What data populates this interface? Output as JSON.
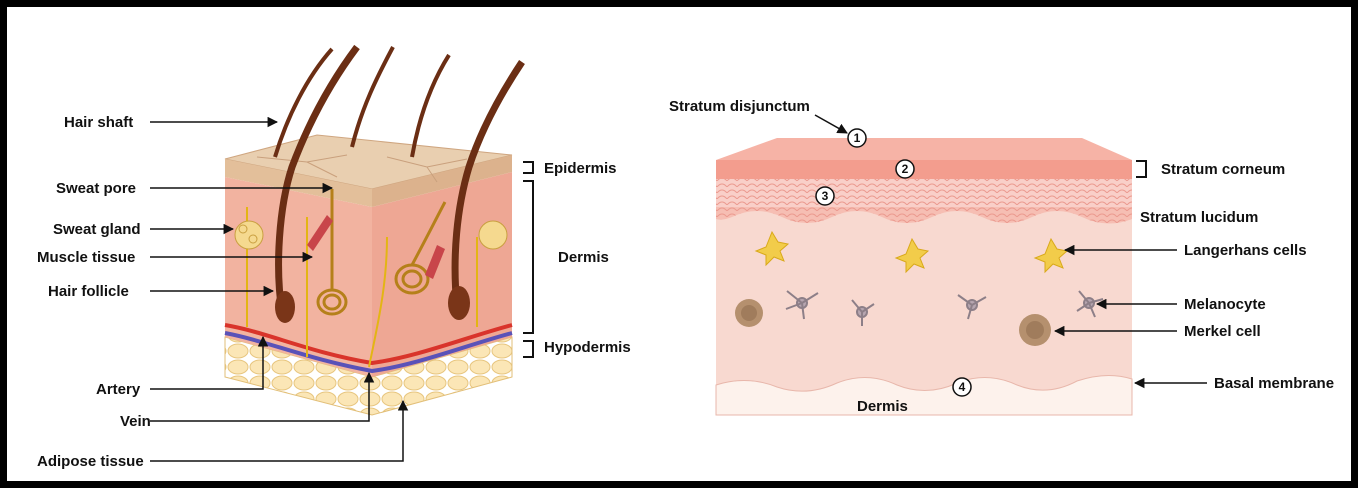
{
  "left_diagram": {
    "labels": {
      "hair_shaft": "Hair shaft",
      "sweat_pore": "Sweat pore",
      "sweat_gland": "Sweat gland",
      "muscle_tissue": "Muscle tissue",
      "hair_follicle": "Hair follicle",
      "artery": "Artery",
      "vein": "Vein",
      "adipose_tissue": "Adipose tissue",
      "epidermis": "Epidermis",
      "dermis": "Dermis",
      "hypodermis": "Hypodermis"
    }
  },
  "right_diagram": {
    "labels": {
      "stratum_disjunctum": "Stratum disjunctum",
      "stratum_corneum": "Stratum corneum",
      "stratum_lucidum": "Stratum lucidum",
      "langerhans_cells": "Langerhans cells",
      "melanocyte": "Melanocyte",
      "merkel_cell": "Merkel cell",
      "basal_membrane": "Basal membrane",
      "dermis": "Dermis"
    },
    "markers": [
      "1",
      "2",
      "3",
      "4"
    ]
  },
  "colors": {
    "frame": "#000000",
    "skin_top": "#e8c9a8",
    "dermis": "#f2b7a3",
    "adipose": "#f6dca0",
    "hair": "#6b2e14",
    "artery": "#d9342b",
    "vein": "#5a52b8",
    "nerve": "#e3b514",
    "layer_pink": "#f4a79a",
    "layer_light": "#f8d6cf"
  }
}
